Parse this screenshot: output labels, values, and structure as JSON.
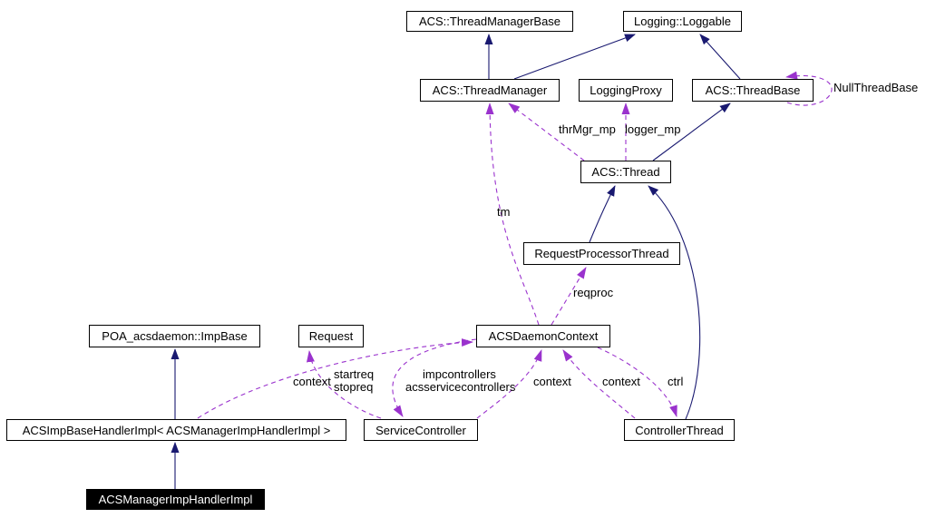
{
  "diagram": {
    "colors": {
      "inheritance": "#191970",
      "usage": "#9a32cd",
      "node_border": "#000000",
      "node_fill": "#ffffff",
      "highlight_fill": "#000000",
      "highlight_text": "#ffffff"
    },
    "nodes": [
      {
        "id": "thread-manager-base",
        "label": "ACS::ThreadManagerBase",
        "highlighted": false
      },
      {
        "id": "logging-loggable",
        "label": "Logging::Loggable",
        "highlighted": false
      },
      {
        "id": "thread-manager",
        "label": "ACS::ThreadManager",
        "highlighted": false
      },
      {
        "id": "logging-proxy",
        "label": "LoggingProxy",
        "highlighted": false
      },
      {
        "id": "thread-base",
        "label": "ACS::ThreadBase",
        "highlighted": false
      },
      {
        "id": "acs-thread",
        "label": "ACS::Thread",
        "highlighted": false
      },
      {
        "id": "request-processor-thread",
        "label": "RequestProcessorThread",
        "highlighted": false
      },
      {
        "id": "acs-daemon-context",
        "label": "ACSDaemonContext",
        "highlighted": false
      },
      {
        "id": "poa-acsdaemon-impbase",
        "label": "POA_acsdaemon::ImpBase",
        "highlighted": false
      },
      {
        "id": "request",
        "label": "Request",
        "highlighted": false
      },
      {
        "id": "acs-imp-base-handler-impl",
        "label": "ACSImpBaseHandlerImpl< ACSManagerImpHandlerImpl >",
        "highlighted": false
      },
      {
        "id": "service-controller",
        "label": "ServiceController",
        "highlighted": false
      },
      {
        "id": "controller-thread",
        "label": "ControllerThread",
        "highlighted": false
      },
      {
        "id": "acs-manager-imp-handler-impl",
        "label": "ACSManagerImpHandlerImpl",
        "highlighted": true
      }
    ],
    "edges": [
      {
        "type": "inheritance",
        "from": "ACS::ThreadManager",
        "to": "ACS::ThreadManagerBase",
        "label": ""
      },
      {
        "type": "inheritance",
        "from": "ACS::ThreadManager",
        "to": "Logging::Loggable",
        "label": ""
      },
      {
        "type": "inheritance",
        "from": "ACS::ThreadBase",
        "to": "Logging::Loggable",
        "label": ""
      },
      {
        "type": "inheritance",
        "from": "ACS::Thread",
        "to": "ACS::ThreadBase",
        "label": ""
      },
      {
        "type": "inheritance",
        "from": "RequestProcessorThread",
        "to": "ACS::Thread",
        "label": ""
      },
      {
        "type": "inheritance",
        "from": "ControllerThread",
        "to": "ACS::Thread",
        "label": ""
      },
      {
        "type": "inheritance",
        "from": "ACSImpBaseHandlerImpl< ACSManagerImpHandlerImpl >",
        "to": "POA_acsdaemon::ImpBase",
        "label": ""
      },
      {
        "type": "inheritance",
        "from": "ACSManagerImpHandlerImpl",
        "to": "ACSImpBaseHandlerImpl< ACSManagerImpHandlerImpl >",
        "label": ""
      },
      {
        "type": "usage",
        "from": "ACS::Thread",
        "to": "ACS::ThreadManager",
        "label": "thrMgr_mp"
      },
      {
        "type": "usage",
        "from": "ACS::Thread",
        "to": "LoggingProxy",
        "label": "logger_mp"
      },
      {
        "type": "usage",
        "from": "ACSDaemonContext",
        "to": "ACS::ThreadManager",
        "label": "tm"
      },
      {
        "type": "usage",
        "from": "ACSDaemonContext",
        "to": "RequestProcessorThread",
        "label": "reqproc"
      },
      {
        "type": "usage",
        "from": "ServiceController",
        "to": "ACSDaemonContext",
        "label": "context"
      },
      {
        "type": "usage",
        "from": "ControllerThread",
        "to": "ACSDaemonContext",
        "label": "context"
      },
      {
        "type": "usage",
        "from": "ACSDaemonContext",
        "to": "ControllerThread",
        "label": "ctrl"
      },
      {
        "type": "usage",
        "from": "ACSDaemonContext",
        "to": "ServiceController",
        "label_lines": [
          "impcontrollers",
          "acsservicecontrollers"
        ]
      },
      {
        "type": "usage",
        "from": "ACSImpBaseHandlerImpl< ACSManagerImpHandlerImpl >",
        "to": "ACSDaemonContext",
        "label": "context"
      },
      {
        "type": "usage",
        "from": "ServiceController",
        "to": "Request",
        "label_lines": [
          "startreq",
          "stopreq"
        ]
      },
      {
        "type": "usage",
        "from": "ACS::ThreadBase",
        "to": "ACS::ThreadBase",
        "label": "NullThreadBase"
      }
    ]
  }
}
